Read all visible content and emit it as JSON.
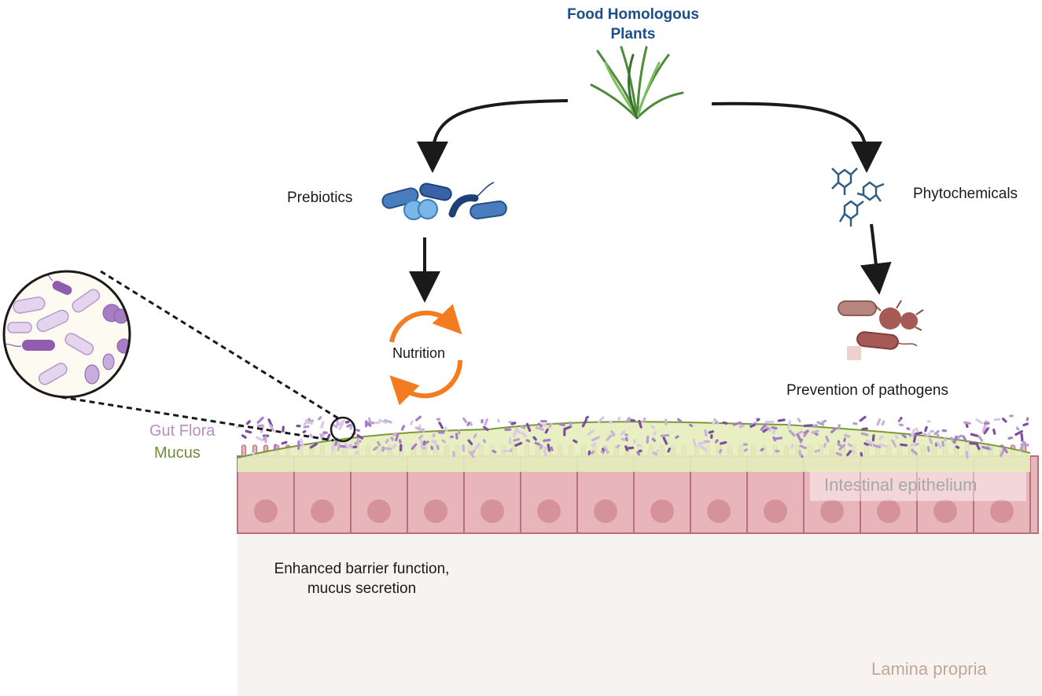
{
  "labels": {
    "title_line1": "Food Homologous",
    "title_line2": "Plants",
    "prebiotics": "Prebiotics",
    "phytochemicals": "Phytochemicals",
    "nutrition": "Nutrition",
    "prevention": "Prevention of pathogens",
    "gut_flora": "Gut Flora",
    "mucus": "Mucus",
    "epithelium": "Intestinal epithelium",
    "barrier_line1": "Enhanced barrier function,",
    "barrier_line2": "mucus secretion",
    "lamina": "Lamina propria"
  },
  "icons": {
    "plant": "grass-plant-icon",
    "prebiotics": "bacteria-cluster-icon",
    "phytochemicals": "molecule-structure-icon",
    "nutrition": "cycle-arrows-icon",
    "pathogens": "pathogen-bacteria-icon",
    "zoom": "magnifier-circle-icon"
  },
  "colors": {
    "title": "#1d4e89",
    "arrow": "#1a1a1a",
    "cycle": "#f47c20",
    "gut_flora": "#b88bc4",
    "mucus": "#6e8c3a",
    "epithelium": "#e8b5bb",
    "lamina": "#f6f3f1",
    "pathogen": "#a65a55",
    "prebiotic": "#3a6fb5",
    "phytochemical": "#2f5e80"
  }
}
